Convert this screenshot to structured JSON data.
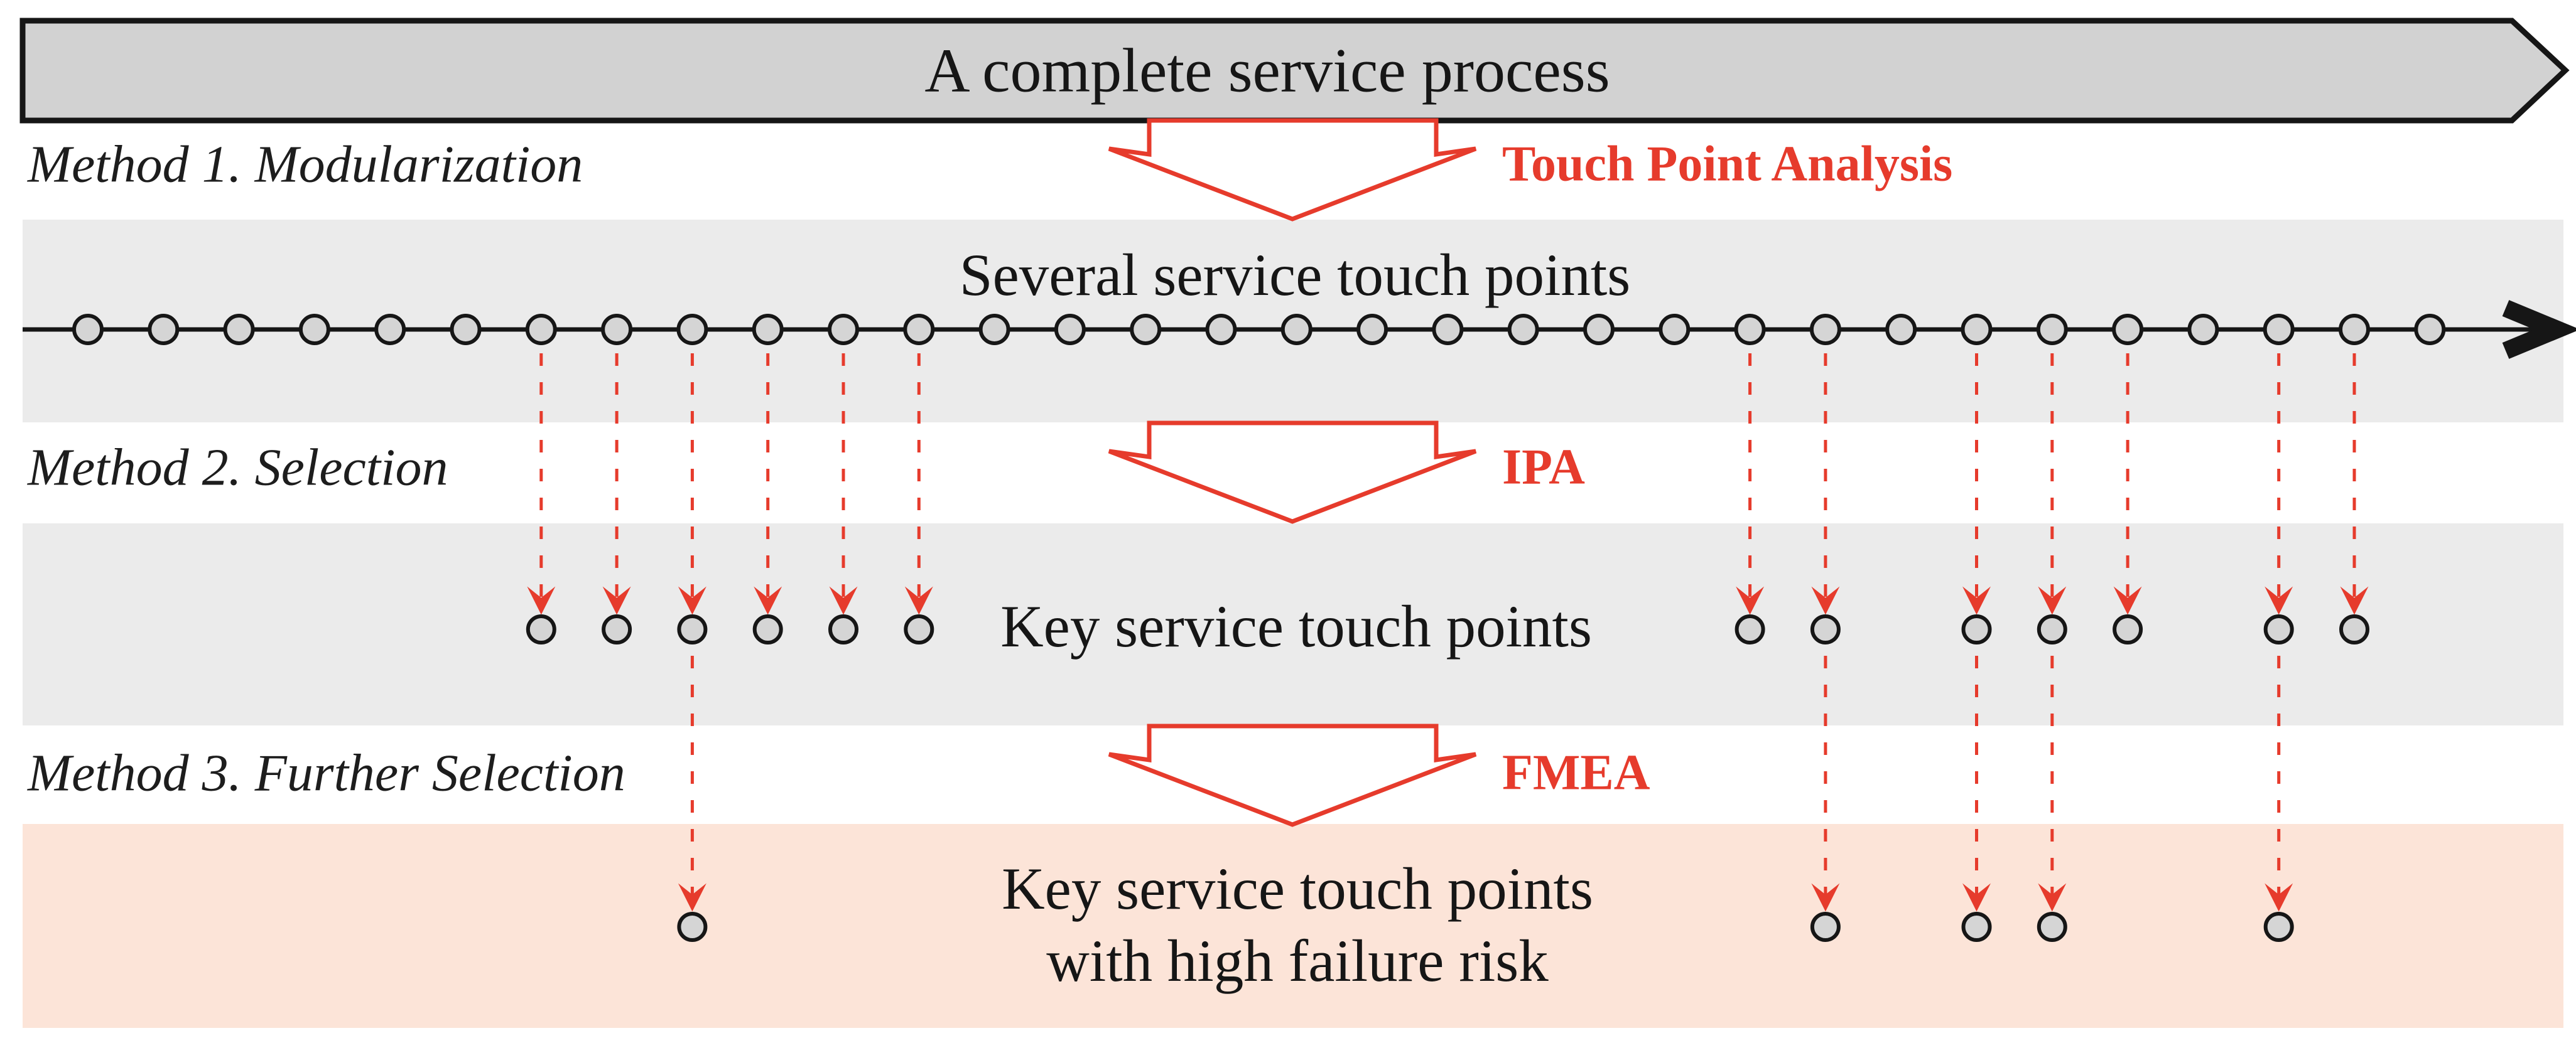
{
  "colors": {
    "accent_red": "#e63b2c",
    "banner_fill": "#d2d2d2",
    "band_gray": "#ebebeb",
    "band_pink": "#fce4d8",
    "node_fill": "#d5d5d5",
    "ink": "#161616"
  },
  "banner": {
    "label": "A complete service process"
  },
  "methods": [
    {
      "label": "Method 1. Modularization",
      "tool": "Touch Point Analysis"
    },
    {
      "label": "Method 2. Selection",
      "tool": "IPA"
    },
    {
      "label": "Method 3. Further Selection",
      "tool": "FMEA"
    }
  ],
  "rows": {
    "all_points": {
      "label": "Several service touch points",
      "count": 32
    },
    "key_points": {
      "label": "Key service touch points",
      "indices": [
        6,
        7,
        8,
        9,
        10,
        11,
        22,
        23,
        25,
        26,
        27,
        29,
        30
      ]
    },
    "high_risk_points": {
      "label_line1": "Key service touch points",
      "label_line2": "with high failure risk",
      "indices": [
        8,
        23,
        25,
        26,
        29
      ]
    }
  }
}
